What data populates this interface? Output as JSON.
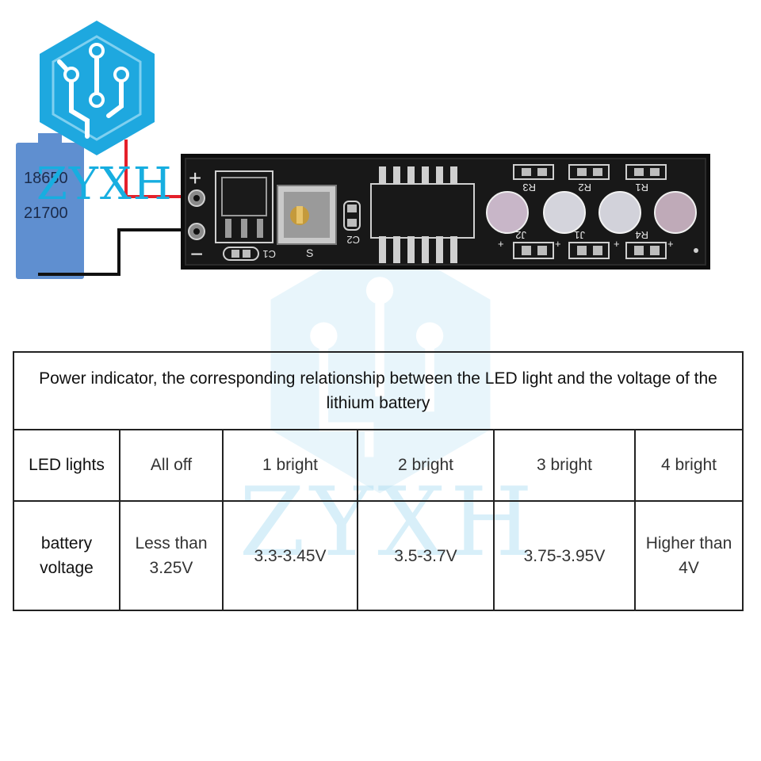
{
  "watermark": {
    "brand": "ZYXH"
  },
  "battery": {
    "label_line1": "18650",
    "label_line2": "21700"
  },
  "pcb": {
    "plus": "+",
    "minus": "−",
    "labels": [
      "C1",
      "S",
      "C2",
      "R3",
      "R2",
      "R1",
      "J2",
      "J1",
      "R4",
      "+"
    ]
  },
  "table": {
    "title": "Power indicator, the corresponding relationship between the LED light and the voltage of the lithium battery",
    "led_row": {
      "header": "LED lights",
      "cells": [
        "All off",
        "1 bright",
        "2 bright",
        "3 bright",
        "4 bright"
      ]
    },
    "voltage_row": {
      "header": "battery voltage",
      "cells": [
        "Less than 3.25V",
        "3.3-3.45V",
        "3.5-3.7V",
        "3.75-3.95V",
        "Higher than 4V"
      ]
    }
  },
  "colors": {
    "logo_blue": "#1ea8df",
    "battery_blue": "#5f8fd0",
    "wire_red": "#e4202a",
    "pcb_black": "#141414"
  }
}
